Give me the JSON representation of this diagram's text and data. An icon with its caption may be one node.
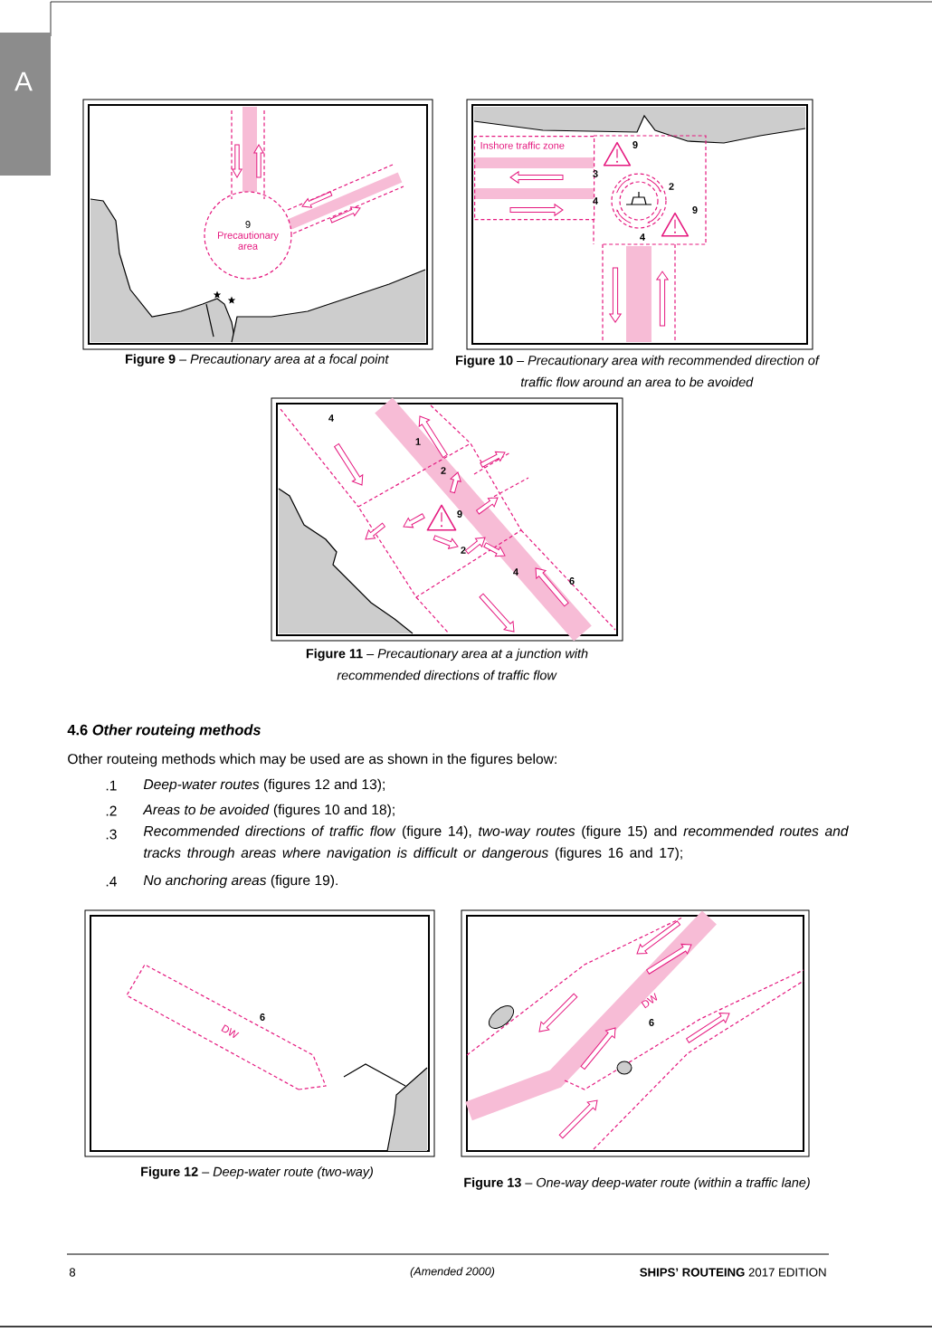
{
  "diagram": {
    "nodes": [
      {
        "text": [
          "9",
          "Precautionary area"
        ]
      },
      {
        "text": [
          "Inshore traffic zone"
        ]
      }
    ],
    "labels": [
      "A",
      "**Figure 9** – *Precautionary area at a focal point*",
      "3",
      "9",
      "2",
      "4",
      "9",
      "4",
      "**Figure 10** – *Precautionary area with recommended direction of traffic flow around an area to be avoided*",
      "4",
      "1",
      "2",
      "9",
      "2",
      "4",
      "6",
      "**Figure 11** – *Precautionary area at a junction with recommended directions of traffic flow*",
      "4.6 *Other routeing methods*",
      "Other routeing methods which may be used are as shown in the figures below:",
      ".1",
      "*Deep-water routes* (figures 12 and 13);",
      ".2",
      "*Areas to be avoided* (figures 10 and 18);",
      ".3",
      "*Recommended directions of traffic flow* (figure 14), *two-way routes* (figure 15) and *recommended routes and tracks through areas where navigation is difficult or dangerous* (figures 16 and 17);",
      ".4",
      "*No anchoring areas* (figure 19).",
      "6",
      "DW",
      "**Figure 12** – *Deep-water route (two-way)*",
      "DW",
      "6",
      "**Figure 13** – *One-way deep-water route (within a traffic lane)*",
      "8",
      "(Amended 2000)",
      "**SHIPS’ ROUTEING** 2017 EDITION"
    ]
  }
}
